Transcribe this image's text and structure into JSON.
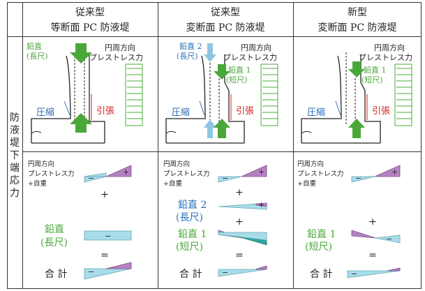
{
  "header": {
    "col1_line1": "従来型",
    "col1_line2": "等断面 PC 防液堤",
    "col2_line1": "従来型",
    "col2_line2": "変断面 PC 防液堤",
    "col3_line1": "新型",
    "col3_line2": "変断面 PC 防液堤"
  },
  "side_label": [
    "防",
    "液",
    "堤",
    "下",
    "端",
    "応",
    "力"
  ],
  "top": {
    "col1": {
      "vertical_label_1": "鉛直",
      "vertical_label_2": "(長尺)",
      "circ_label_1": "円周方向",
      "circ_label_2": "プレストレス力",
      "compression": "圧縮",
      "tension": "引張"
    },
    "col2": {
      "vertical2_label_1": "鉛直 2",
      "vertical2_label_2": "(長尺)",
      "vertical1_label_1": "鉛直 1",
      "vertical1_label_2": "(短尺)",
      "circ_label_1": "円周方向",
      "circ_label_2": "プレストレス力",
      "compression": "圧縮",
      "tension": "引張"
    },
    "col3": {
      "vertical1_label_1": "鉛直 1",
      "vertical1_label_2": "(短尺)",
      "circ_label_1": "円周方向",
      "circ_label_2": "プレストレス力",
      "compression": "圧縮",
      "tension": "引張"
    }
  },
  "bottom": {
    "circ_1": "円周方向",
    "circ_2": "プレストレス力",
    "circ_3": "+自重",
    "plus": "+",
    "minus": "−",
    "equals": "=",
    "vert_long_1": "鉛直",
    "vert_long_2": "(長尺)",
    "vert2_1": "鉛直 2",
    "vert2_2": "(長尺)",
    "vert1_1": "鉛直 1",
    "vert1_2": "(短尺)",
    "total": "合 計"
  },
  "colors": {
    "green": "#4aa83a",
    "blue": "#2a6fb8",
    "red": "#d62020",
    "cyan_fill": "#a8dce8",
    "purple_fill": "#b782c4",
    "arrow_light_blue": "#8ec7e3"
  }
}
